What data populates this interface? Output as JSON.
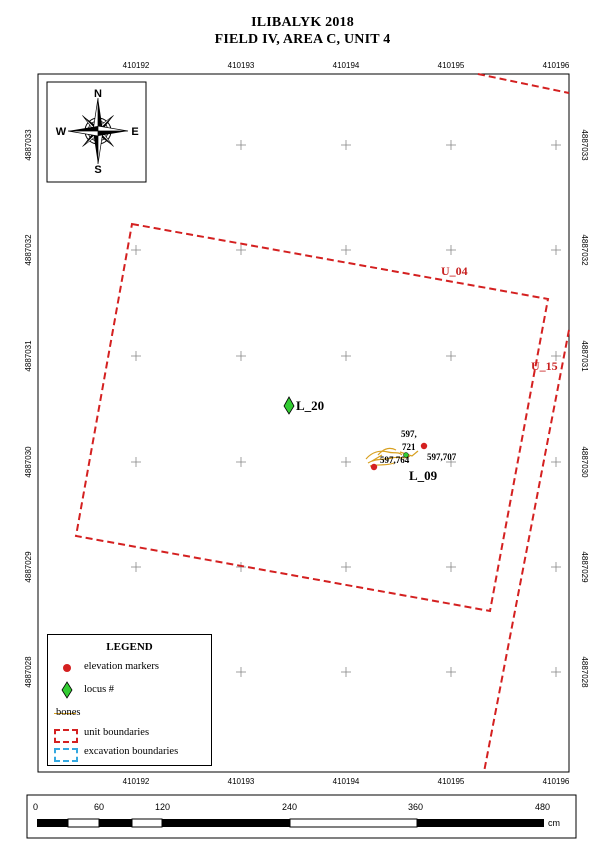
{
  "title": {
    "line1": "ILIBALYK 2018",
    "line2": "FIELD IV, AREA C, UNIT 4"
  },
  "grid": {
    "x_labels": [
      "410192",
      "410193",
      "410194",
      "410195",
      "410196"
    ],
    "y_labels": [
      "4887033",
      "4887032",
      "4887031",
      "4887030",
      "4887029",
      "4887028"
    ]
  },
  "compass": {
    "n": "N",
    "s": "S",
    "e": "E",
    "w": "W"
  },
  "units": [
    {
      "label": "U_04"
    },
    {
      "label": "U_15"
    }
  ],
  "loci": [
    {
      "label": "L_20"
    },
    {
      "label": "L_09"
    }
  ],
  "elevations": [
    {
      "label": "597,\n721",
      "line1": "597,",
      "line2": "721"
    },
    {
      "label": "597,764"
    },
    {
      "label": "597,707"
    }
  ],
  "legend": {
    "title": "LEGEND",
    "items": [
      {
        "label": "elevation markers",
        "symbol": "red-dot"
      },
      {
        "label": "locus #",
        "symbol": "green-diamond"
      },
      {
        "label": "bones",
        "symbol": "orange-line"
      },
      {
        "label": "unit boundaries",
        "symbol": "red-dashed-box"
      },
      {
        "label": "excavation boundaries",
        "symbol": "blue-dashed-box"
      }
    ]
  },
  "scale": {
    "labels": [
      "0",
      "60",
      "120",
      "240",
      "360",
      "480"
    ],
    "unit": "cm"
  },
  "colors": {
    "unit_boundary": "#d42020",
    "locus": "#33cc33",
    "elevation_marker": "#d42020",
    "bones": "#d8a020",
    "excavation_boundary": "#33a8e0",
    "unit_label": "#c82020"
  }
}
